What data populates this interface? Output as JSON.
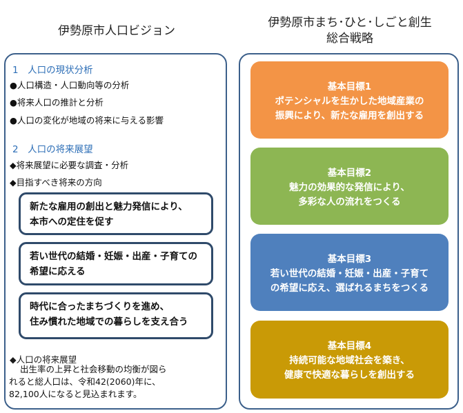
{
  "left": {
    "title": "伊勢原市人口ビジョン",
    "section1": {
      "heading": "1　人口の現状分析",
      "items": [
        "●人口構造・人口動向等の分析",
        "●将来人口の推計と分析",
        "●人口の変化が地域の将来に与える影響"
      ]
    },
    "section2": {
      "heading": "2　人口の将来展望",
      "items": [
        "◆将来展望に必要な調査・分析",
        "◆目指すべき将来の方向"
      ]
    },
    "directions": [
      {
        "line1": "新たな雇用の創出と魅力発信により、",
        "line2": "本市への定住を促す"
      },
      {
        "line1": "若い世代の結婚・妊娠・出産・子育ての",
        "line2": "希望に応える"
      },
      {
        "line1": "時代に合ったまちづくりを進め、",
        "line2": "住み慣れた地域での暮らしを支え合う"
      }
    ],
    "outlook": {
      "heading": "◆人口の将来展望",
      "line1": "出生率の上昇と社会移動の均衡が図ら",
      "line2": "れると総人口は、令和42(2060)年に、",
      "line3": "82,100人になると見込まれます。"
    }
  },
  "right": {
    "title_line1": "伊勢原市まち･ひと･しごと創生",
    "title_line2": "総合戦略",
    "goals": [
      {
        "label": "基本目標1",
        "line1": "ポテンシャルを生かした地域産業の",
        "line2": "振興により、新たな雇用を創出する",
        "color": "#f39446"
      },
      {
        "label": "基本目標2",
        "line1": "魅力の効果的な発信により、",
        "line2": "多彩な人の流れをつくる",
        "color": "#8db653"
      },
      {
        "label": "基本目標3",
        "line1": "若い世代の結婚・妊娠・出産・子育て",
        "line2": "の希望に応え、選ばれるまちをつくる",
        "color": "#4f80bd"
      },
      {
        "label": "基本目標4",
        "line1": "持続可能な地域社会を築き、",
        "line2": "健康で快適な暮らしを創出する",
        "color": "#c99a06"
      }
    ]
  },
  "colors": {
    "border": "#3b5f8a",
    "heading": "#2e6fb7",
    "box_border": "#2f4a6a"
  }
}
